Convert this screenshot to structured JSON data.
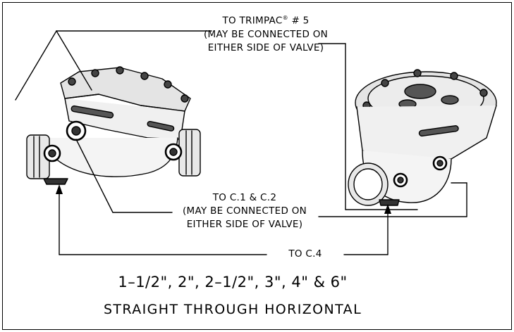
{
  "callouts": {
    "trimpac": {
      "line1_prefix": "TO TRIMPAC",
      "line1_mark": "®",
      "line1_suffix": " # 5",
      "line2": "(MAY BE CONNECTED ON",
      "line3": "EITHER SIDE OF VALVE)"
    },
    "c1_c2": {
      "line1": "TO C.1 & C.2",
      "line2": "(MAY BE CONNECTED ON",
      "line3": "EITHER SIDE OF VALVE)"
    },
    "c4": {
      "line1": "TO C.4"
    }
  },
  "caption": {
    "sizes": "1–1/2\",  2\",  2–1/2\",   3\",  4\"  &  6\"",
    "title": "STRAIGHT THROUGH HORIZONTAL"
  }
}
